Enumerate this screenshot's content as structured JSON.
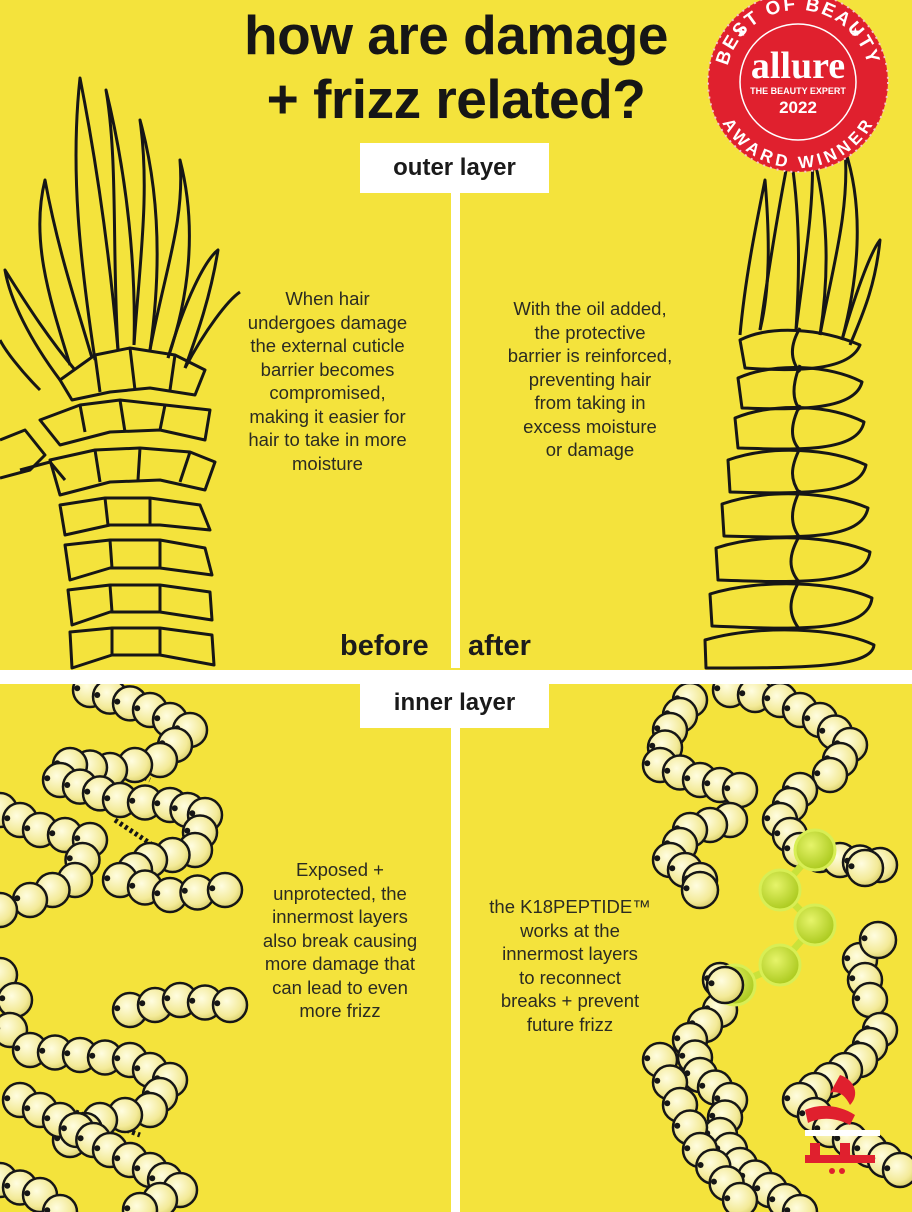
{
  "title": {
    "line1": "how are damage",
    "line2": "+ frizz related?"
  },
  "badge": {
    "arc_top": "BEST OF BEAUTY",
    "brand": "allure",
    "tagline": "THE BEAUTY EXPERT",
    "year": "2022",
    "arc_bottom": "AWARD WINNER",
    "color": "#e0202e"
  },
  "sections": {
    "outer": {
      "label": "outer layer",
      "before_text": "When hair\nundergoes damage\nthe external cuticle\nbarrier becomes\ncompromised,\nmaking it easier for\nhair to take in more\nmoisture",
      "after_text": "With the oil added,\nthe protective\nbarrier is reinforced,\npreventing hair\nfrom taking in\nexcess moisture\nor damage",
      "before_label": "before",
      "after_label": "after"
    },
    "inner": {
      "label": "inner layer",
      "before_text": "Exposed +\nunprotected, the\ninnermost layers\nalso break causing\nmore damage that\ncan lead to even\nmore frizz",
      "after_text": "the K18PEPTIDE™\nworks at the\ninnermost layers\nto reconnect\nbreaks + prevent\nfuture frizz"
    }
  },
  "colors": {
    "background": "#f4e33c",
    "bead": "#f7f0a0",
    "peptide": "#c9e23a",
    "ink": "#161616"
  },
  "watermark": {
    "icon": "site-logo-watermark-icon"
  }
}
